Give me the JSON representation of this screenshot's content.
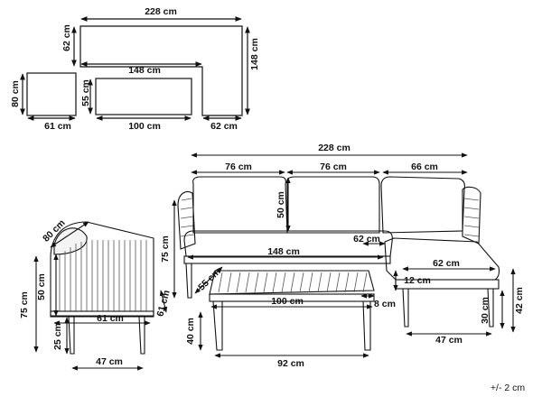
{
  "plan": {
    "top_width": "228 cm",
    "top_depth": "62 cm",
    "right_depth": "148 cm",
    "inner_width": "148 cm",
    "right_width": "62 cm",
    "table_depth": "55 cm",
    "table_width": "100 cm",
    "chair_depth": "80 cm",
    "chair_width": "61 cm"
  },
  "side_view": {
    "arm_diag": "80 cm",
    "seat_depth": "50 cm",
    "height": "75 cm",
    "seat_width": "61 cm",
    "leg_height": "25 cm",
    "leg_span": "47 cm"
  },
  "front_view": {
    "total_width": "228 cm",
    "seg1": "76 cm",
    "seg2": "76 cm",
    "seg3": "66 cm",
    "back_height": "50 cm",
    "height": "75 cm",
    "seat_span": "148 cm",
    "chaise_inner": "62 cm",
    "ottoman_width": "62 cm",
    "ottoman_top": "12 cm",
    "ottoman_height": "42 cm",
    "ottoman_leg": "30 cm",
    "ottoman_leg_span": "47 cm",
    "table_depth": "55 cm",
    "table_width": "100 cm",
    "table_leg_inset": "8 cm",
    "table_height": "40 cm",
    "table_leg_span": "92 cm",
    "side_61": "61 cm"
  },
  "tolerance": "+/- 2 cm"
}
